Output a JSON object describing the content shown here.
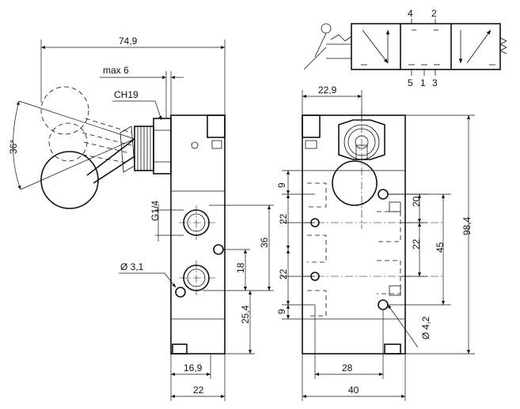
{
  "dimensions": {
    "total_length": "74,9",
    "max_stroke": "max 6",
    "hex_nut": "CH19",
    "lever_angle": "36°",
    "port_thread": "G1/4",
    "mount_hole": "Ø 3,1",
    "width_16_9": "16,9",
    "width_22": "22",
    "height_36": "36",
    "height_18": "18",
    "height_25_4": "25,4",
    "top_offset": "22,9",
    "pitch_9_top": "9",
    "pitch_22_a": "22",
    "pitch_22_b": "22",
    "pitch_9_bottom": "9",
    "pitch_20": "20",
    "pitch_22_c": "22",
    "spacing_45": "45",
    "overall_height": "98,4",
    "hole_diameter": "Ø 4,2",
    "hole_spacing_28": "28",
    "body_width_40": "40"
  },
  "symbol": {
    "port_4": "4",
    "port_2": "2",
    "port_5": "5",
    "port_1": "1",
    "port_3": "3"
  }
}
